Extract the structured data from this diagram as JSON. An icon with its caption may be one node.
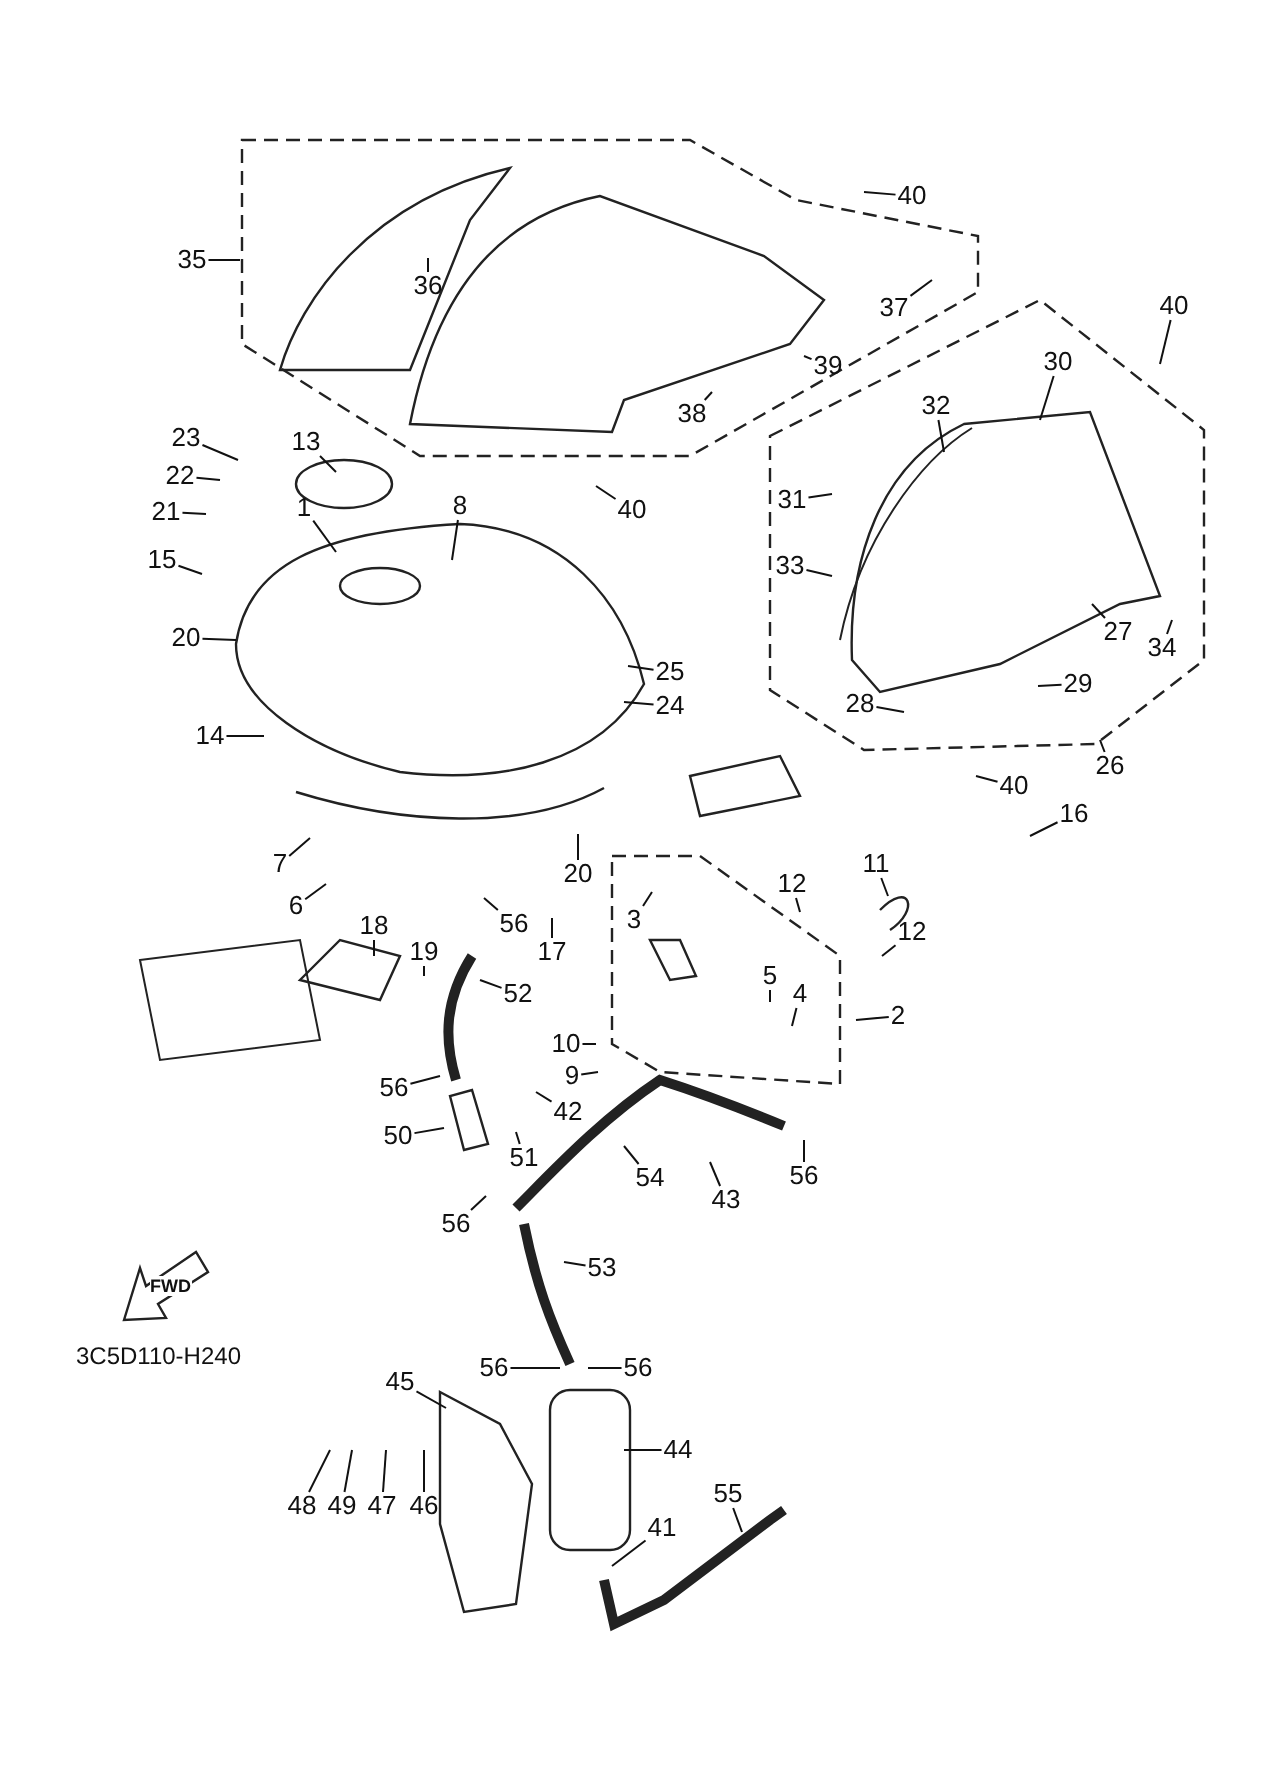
{
  "diagram": {
    "nodes": [
      {
        "text": [
          "35"
        ]
      },
      {
        "text": [
          "36"
        ]
      },
      {
        "text": [
          "40"
        ]
      },
      {
        "text": [
          "37"
        ]
      },
      {
        "text": [
          "39"
        ]
      },
      {
        "text": [
          "38"
        ]
      },
      {
        "text": [
          "40"
        ]
      },
      {
        "text": [
          "23"
        ]
      },
      {
        "text": [
          "22"
        ]
      },
      {
        "text": [
          "13"
        ]
      },
      {
        "text": [
          "8"
        ]
      },
      {
        "text": [
          "21"
        ]
      },
      {
        "text": [
          "1"
        ]
      },
      {
        "text": [
          "15"
        ]
      },
      {
        "text": [
          "20"
        ]
      },
      {
        "text": [
          "25"
        ]
      },
      {
        "text": [
          "24"
        ]
      },
      {
        "text": [
          "14"
        ]
      },
      {
        "text": [
          "40"
        ]
      },
      {
        "text": [
          "30"
        ]
      },
      {
        "text": [
          "32"
        ]
      },
      {
        "text": [
          "31"
        ]
      },
      {
        "text": [
          "33"
        ]
      },
      {
        "text": [
          "27"
        ]
      },
      {
        "text": [
          "34"
        ]
      },
      {
        "text": [
          "29"
        ]
      },
      {
        "text": [
          "28"
        ]
      },
      {
        "text": [
          "26"
        ]
      },
      {
        "text": [
          "40"
        ]
      },
      {
        "text": [
          "16"
        ]
      },
      {
        "text": [
          "7"
        ]
      },
      {
        "text": [
          "6"
        ]
      },
      {
        "text": [
          "20"
        ]
      },
      {
        "text": [
          "11"
        ]
      },
      {
        "text": [
          "12"
        ]
      },
      {
        "text": [
          "12"
        ]
      },
      {
        "text": [
          "3"
        ]
      },
      {
        "text": [
          "56"
        ]
      },
      {
        "text": [
          "17"
        ]
      },
      {
        "text": [
          "18"
        ]
      },
      {
        "text": [
          "19"
        ]
      },
      {
        "text": [
          "52"
        ]
      },
      {
        "text": [
          "5"
        ]
      },
      {
        "text": [
          "4"
        ]
      },
      {
        "text": [
          "2"
        ]
      },
      {
        "text": [
          "10"
        ]
      },
      {
        "text": [
          "9"
        ]
      },
      {
        "text": [
          "56"
        ]
      },
      {
        "text": [
          "42"
        ]
      },
      {
        "text": [
          "50"
        ]
      },
      {
        "text": [
          "51"
        ]
      },
      {
        "text": [
          "54"
        ]
      },
      {
        "text": [
          "43"
        ]
      },
      {
        "text": [
          "56"
        ]
      },
      {
        "text": [
          "56"
        ]
      },
      {
        "text": [
          "53"
        ]
      },
      {
        "text": [
          "56"
        ]
      },
      {
        "text": [
          "56"
        ]
      },
      {
        "text": [
          "45"
        ]
      },
      {
        "text": [
          "44"
        ]
      },
      {
        "text": [
          "55"
        ]
      },
      {
        "text": [
          "41"
        ]
      },
      {
        "text": [
          "48"
        ]
      },
      {
        "text": [
          "49"
        ]
      },
      {
        "text": [
          "47"
        ]
      },
      {
        "text": [
          "46"
        ]
      }
    ],
    "edges": [
      {
        "from": 0,
        "to": null,
        "arrow": "none"
      },
      {
        "from": 1,
        "to": null,
        "arrow": "none"
      },
      {
        "from": 2,
        "to": null,
        "arrow": "none"
      },
      {
        "from": 3,
        "to": null,
        "arrow": "none"
      },
      {
        "from": 4,
        "to": null,
        "arrow": "none"
      },
      {
        "from": 5,
        "to": null,
        "arrow": "none"
      },
      {
        "from": 6,
        "to": null,
        "arrow": "none"
      },
      {
        "from": 7,
        "to": null,
        "arrow": "none"
      },
      {
        "from": 8,
        "to": null,
        "arrow": "none"
      },
      {
        "from": 9,
        "to": null,
        "arrow": "none"
      },
      {
        "from": 10,
        "to": null,
        "arrow": "none"
      },
      {
        "from": 11,
        "to": null,
        "arrow": "none"
      },
      {
        "from": 12,
        "to": null,
        "arrow": "none"
      },
      {
        "from": 13,
        "to": null,
        "arrow": "none"
      },
      {
        "from": 14,
        "to": null,
        "arrow": "none"
      },
      {
        "from": 15,
        "to": null,
        "arrow": "none"
      },
      {
        "from": 16,
        "to": null,
        "arrow": "none"
      },
      {
        "from": 17,
        "to": null,
        "arrow": "none"
      },
      {
        "from": 18,
        "to": null,
        "arrow": "none"
      },
      {
        "from": 19,
        "to": null,
        "arrow": "none"
      },
      {
        "from": 20,
        "to": null,
        "arrow": "none"
      },
      {
        "from": 21,
        "to": null,
        "arrow": "none"
      },
      {
        "from": 22,
        "to": null,
        "arrow": "none"
      },
      {
        "from": 23,
        "to": null,
        "arrow": "none"
      },
      {
        "from": 24,
        "to": null,
        "arrow": "none"
      },
      {
        "from": 25,
        "to": null,
        "arrow": "none"
      },
      {
        "from": 26,
        "to": null,
        "arrow": "none"
      },
      {
        "from": 27,
        "to": null,
        "arrow": "none"
      },
      {
        "from": 28,
        "to": null,
        "arrow": "none"
      },
      {
        "from": 29,
        "to": null,
        "arrow": "none"
      },
      {
        "from": 30,
        "to": null,
        "arrow": "none"
      },
      {
        "from": 31,
        "to": null,
        "arrow": "none"
      },
      {
        "from": 32,
        "to": null,
        "arrow": "none"
      },
      {
        "from": 33,
        "to": null,
        "arrow": "none"
      },
      {
        "from": 34,
        "to": null,
        "arrow": "none"
      },
      {
        "from": 35,
        "to": null,
        "arrow": "none"
      },
      {
        "from": 36,
        "to": null,
        "arrow": "none"
      },
      {
        "from": 37,
        "to": null,
        "arrow": "none"
      },
      {
        "from": 38,
        "to": null,
        "arrow": "none"
      },
      {
        "from": 39,
        "to": null,
        "arrow": "none"
      },
      {
        "from": 40,
        "to": null,
        "arrow": "none"
      },
      {
        "from": 41,
        "to": null,
        "arrow": "none"
      },
      {
        "from": 42,
        "to": null,
        "arrow": "none"
      },
      {
        "from": 43,
        "to": null,
        "arrow": "none"
      },
      {
        "from": 44,
        "to": null,
        "arrow": "none"
      },
      {
        "from": 45,
        "to": null,
        "arrow": "none"
      },
      {
        "from": 46,
        "to": null,
        "arrow": "none"
      },
      {
        "from": 47,
        "to": null,
        "arrow": "none"
      },
      {
        "from": 48,
        "to": null,
        "arrow": "none"
      },
      {
        "from": 49,
        "to": null,
        "arrow": "none"
      },
      {
        "from": 50,
        "to": null,
        "arrow": "none"
      },
      {
        "from": 51,
        "to": null,
        "arrow": "none"
      },
      {
        "from": 52,
        "to": null,
        "arrow": "none"
      },
      {
        "from": 53,
        "to": null,
        "arrow": "none"
      },
      {
        "from": 54,
        "to": null,
        "arrow": "none"
      },
      {
        "from": 55,
        "to": null,
        "arrow": "none"
      },
      {
        "from": 56,
        "to": null,
        "arrow": "none"
      },
      {
        "from": 57,
        "to": null,
        "arrow": "none"
      },
      {
        "from": 58,
        "to": null,
        "arrow": "none"
      },
      {
        "from": 59,
        "to": null,
        "arrow": "none"
      },
      {
        "from": 60,
        "to": null,
        "arrow": "none"
      },
      {
        "from": 61,
        "to": null,
        "arrow": "none"
      },
      {
        "from": 62,
        "to": null,
        "arrow": "none"
      },
      {
        "from": 63,
        "to": null,
        "arrow": "none"
      },
      {
        "from": 64,
        "to": null,
        "arrow": "none"
      },
      {
        "from": 65,
        "to": null,
        "arrow": "none"
      }
    ],
    "labels": [
      "FWD",
      "3C5D110-H240"
    ]
  }
}
